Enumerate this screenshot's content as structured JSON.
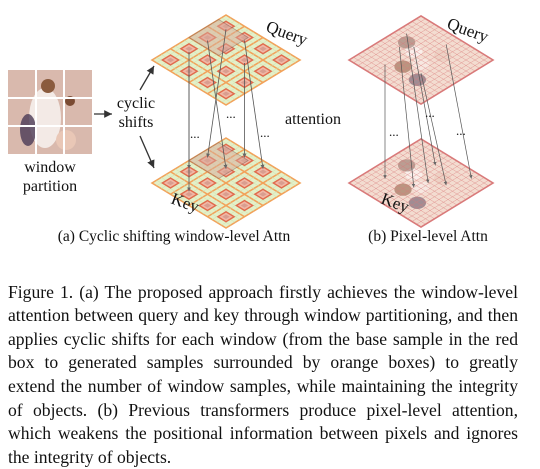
{
  "figure": {
    "labels": {
      "window_partition_line1": "window",
      "window_partition_line2": "partition",
      "cyclic_shifts_line1": "cyclic",
      "cyclic_shifts_line2": "shifts",
      "attention": "attention",
      "query_left": "Query",
      "key_left": "Key",
      "query_right": "Query",
      "key_right": "Key",
      "ellipsis": "..."
    },
    "subcaptions": {
      "a": "(a) Cyclic shifting window-level Attn",
      "b": "(b) Pixel-level Attn"
    },
    "colors": {
      "grid_fill": "#e3f0c9",
      "grid_line": "#f2a25a",
      "window_box": "#e26a4c",
      "pixel_fill": "#f3dcd0",
      "pixel_line": "#d97a7a",
      "arrow": "#555555"
    }
  },
  "caption": {
    "label": "Figure 1.",
    "text": "(a) The proposed approach firstly achieves the window-level attention between query and key through window partitioning, and then applies cyclic shifts for each window (from the base sample in the red box to generated samples surrounded by orange boxes) to greatly extend the number of window samples, while maintaining the integrity of objects. (b) Previous transformers produce pixel-level attention, which weakens the positional information between pixels and ignores the integrity of objects."
  }
}
